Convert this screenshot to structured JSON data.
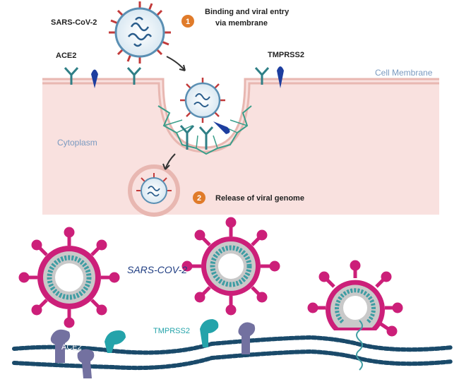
{
  "top_panel": {
    "virus_label": "SARS-CoV-2",
    "ace2_label": "ACE2",
    "tmprss2_label": "TMPRSS2",
    "membrane_label": "Cell Membrane",
    "cytoplasm_label": "Cytoplasm",
    "steps": [
      {
        "number": "1",
        "line1": "Binding and viral entry",
        "line2": "via membrane"
      },
      {
        "number": "2",
        "line1": "Release of viral genome"
      }
    ]
  },
  "bottom_panel": {
    "virus_label": "SARS-COV-2",
    "tmprss2_label": "TMPRSS2",
    "ace2_label": "ACE2"
  },
  "colors": {
    "cytoplasm_bg": "#f9e1df",
    "membrane_pink": "#e8b7b1",
    "receptor_teal": "#2f7f86",
    "tmprss2_blue": "#1d3e9f",
    "step_orange": "#e07b2a",
    "spike_red": "#c23a3a",
    "virus_magenta": "#cc1f79",
    "virus_inner_teal": "#3f9da3",
    "bilayer_navy": "#1a4a6a",
    "ace2_slate": "#7371a0",
    "tmprss2_teal": "#24a3aa"
  }
}
